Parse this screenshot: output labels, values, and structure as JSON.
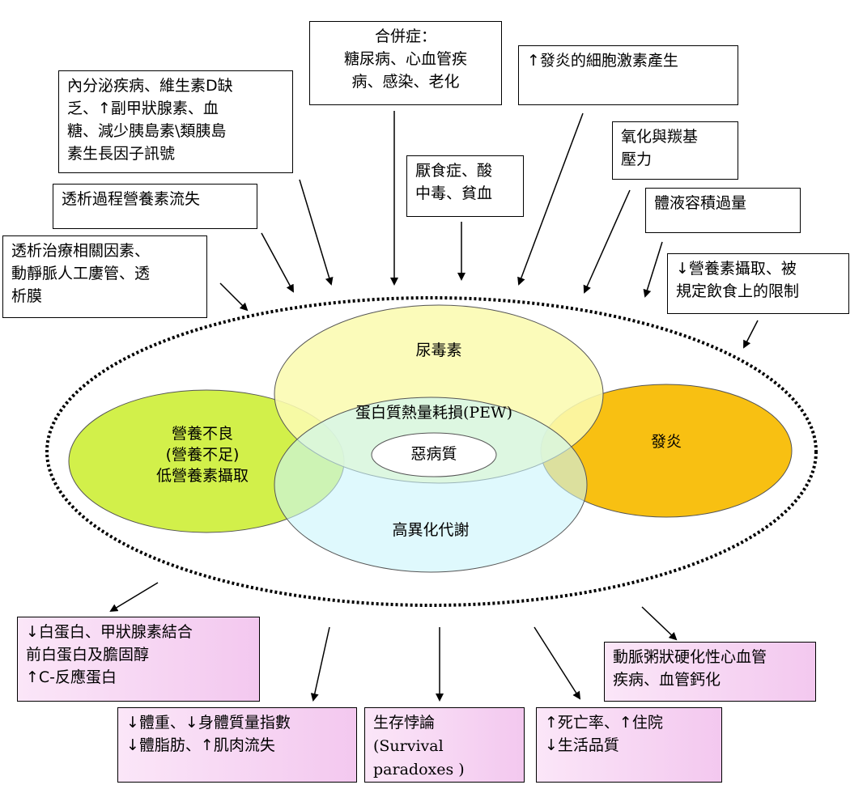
{
  "causes": {
    "complications": "合併症：\n糖尿病、心血管疾\n病、感染、老化",
    "endocrine": "內分泌疾病、維生素D缺\n乏、↑副甲狀腺素、血\n糖、減少胰島素\\類胰島\n素生長因子訊號",
    "nutrient_loss": "透析過程營養素流失",
    "dialysis_factors": "透析治療相關因素、\n動靜脈人工廔管、透\n析膜",
    "anorexia": "厭食症、酸\n中毒、貧血",
    "cytokines": "↑發炎的細胞激素產生",
    "oxidative": "氧化與羰基\n壓力",
    "fluid_overload": "體液容積過量",
    "intake_restriction": "↓營養素攝取、被\n規定飲食上的限制"
  },
  "center": {
    "uremia": "尿毒素",
    "pew": "蛋白質熱量耗損(PEW)",
    "cachexia": "惡病質",
    "malnutrition": "營養不良\n(營養不足)\n低營養素攝取",
    "inflammation": "發炎",
    "hypercatabolism": "高異化代謝"
  },
  "outcomes": {
    "lab": "↓白蛋白、甲狀腺素結合\n前白蛋白及膽固醇\n↑C-反應蛋白",
    "body": "↓體重、↓身體質量指數\n↓體脂肪、↑肌肉流失",
    "survival": "生存悖論\n(Survival\nparadoxes )",
    "mortality": "↑死亡率、↑住院\n↓生活品質",
    "cvd": "動脈粥狀硬化性心血管\n疾病、血管鈣化"
  },
  "colors": {
    "uremia_fill": "#fbfab0",
    "malnutrition_fill": "#d2f04a",
    "inflammation_fill": "#f8c012",
    "hypercatabolism_fill": "#c9f5fb",
    "pew_fill": "#eafdd6"
  }
}
